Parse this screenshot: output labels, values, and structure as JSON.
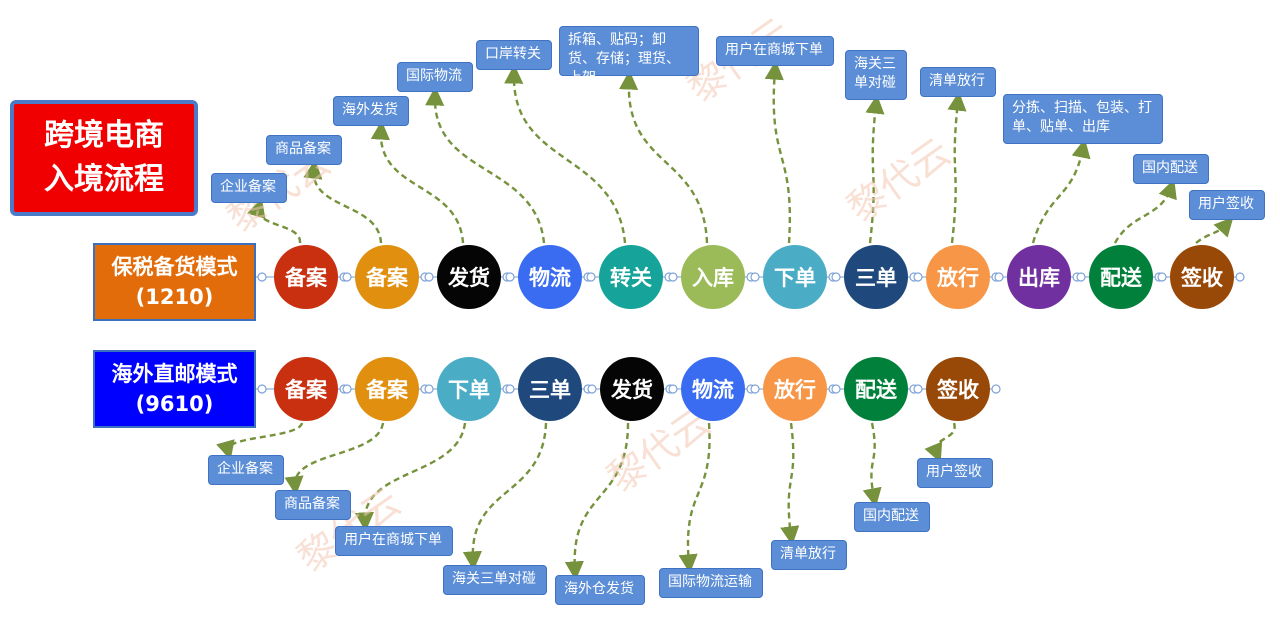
{
  "title": {
    "line1": "跨境电商",
    "line2": "入境流程"
  },
  "watermark": "黎代云",
  "bonded": {
    "mode_line1": "保税备货模式",
    "mode_line2": "(1210)",
    "nodes": [
      {
        "text": "备案",
        "color": "#c8300f"
      },
      {
        "text": "备案",
        "color": "#e0900e"
      },
      {
        "text": "发货",
        "color": "#050505"
      },
      {
        "text": "物流",
        "color": "#3a6cf2"
      },
      {
        "text": "转关",
        "color": "#16a39a"
      },
      {
        "text": "入库",
        "color": "#9bbb59"
      },
      {
        "text": "下单",
        "color": "#4bacc6"
      },
      {
        "text": "三单",
        "color": "#1f497d"
      },
      {
        "text": "放行",
        "color": "#f79646"
      },
      {
        "text": "出库",
        "color": "#7030a0"
      },
      {
        "text": "配送",
        "color": "#00803a"
      },
      {
        "text": "签收",
        "color": "#984807"
      }
    ],
    "labels": [
      "企业备案",
      "商品备案",
      "海外发货",
      "国际物流",
      "口岸转关",
      "拆箱、贴码；卸货、存储；理货、上架",
      "用户在商城下单",
      "海关三单对碰",
      "清单放行",
      "分拣、扫描、包装、打单、贴单、出库",
      "国内配送",
      "用户签收"
    ]
  },
  "direct": {
    "mode_line1": "海外直邮模式",
    "mode_line2": "(9610)",
    "nodes": [
      {
        "text": "备案",
        "color": "#c8300f"
      },
      {
        "text": "备案",
        "color": "#e0900e"
      },
      {
        "text": "下单",
        "color": "#4bacc6"
      },
      {
        "text": "三单",
        "color": "#1f497d"
      },
      {
        "text": "发货",
        "color": "#050505"
      },
      {
        "text": "物流",
        "color": "#3a6cf2"
      },
      {
        "text": "放行",
        "color": "#f79646"
      },
      {
        "text": "配送",
        "color": "#00803a"
      },
      {
        "text": "签收",
        "color": "#984807"
      }
    ],
    "labels": [
      "企业备案",
      "商品备案",
      "用户在商城下单",
      "海关三单对碰",
      "海外仓发货",
      "国际物流运输",
      "清单放行",
      "国内配送",
      "用户签收"
    ]
  }
}
